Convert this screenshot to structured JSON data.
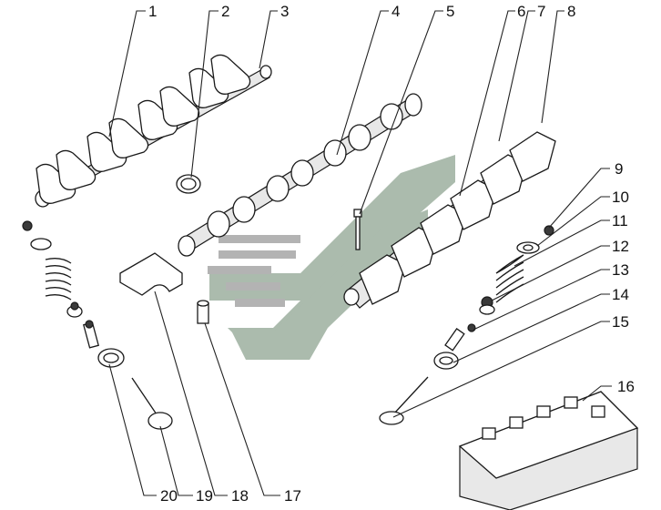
{
  "diagram": {
    "type": "exploded-view",
    "callouts": [
      "1",
      "2",
      "3",
      "4",
      "5",
      "6",
      "7",
      "8",
      "9",
      "10",
      "11",
      "12",
      "13",
      "14",
      "15",
      "16",
      "17",
      "18",
      "19",
      "20"
    ]
  },
  "colors": {
    "line": "#1a1a1a",
    "watermark_green": "#8fa592",
    "watermark_gray": "#9a9a9a"
  }
}
